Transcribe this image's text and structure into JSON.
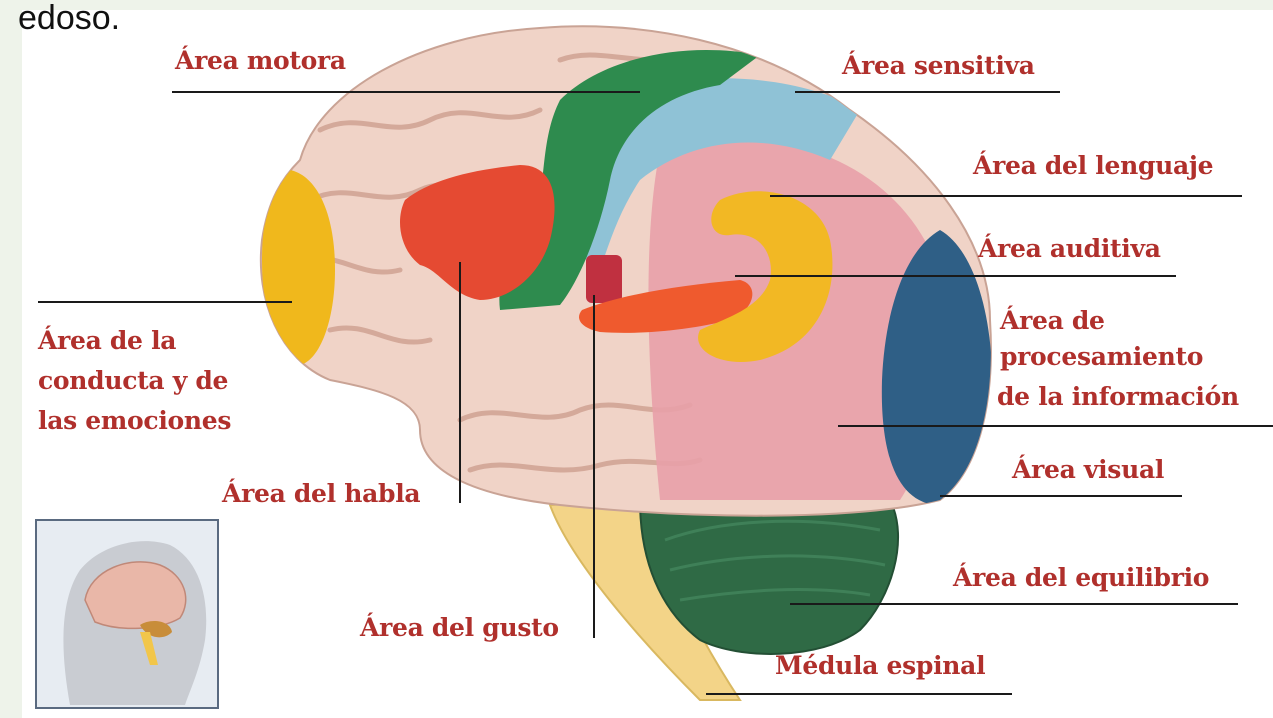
{
  "slide": {
    "top_text": "edoso."
  },
  "labels": {
    "motor": "Área motora",
    "sensory": "Área sensitiva",
    "language": "Área del lenguaje",
    "auditory": "Área auditiva",
    "processing_1": "Área de",
    "processing_2": "procesamiento",
    "processing_3": "de la información",
    "visual": "Área visual",
    "balance": "Área del equilibrio",
    "spinal": "Médula espinal",
    "taste": "Área del gusto",
    "speech": "Área del habla",
    "behavior_1": "Área de la",
    "behavior_2": "conducta y de",
    "behavior_3": "las emociones"
  },
  "colors": {
    "label_text": "#b0302c",
    "brain_base": "#f0d3c7",
    "motor_area": "#2e8b4e",
    "sensory_area": "#8fc2d6",
    "language_area": "#e8a0a8",
    "auditory_area": "#f2b824",
    "visual_area": "#2f5f86",
    "balance_area": "#2f6a45",
    "speech_area": "#e54a32",
    "taste_area": "#c03040",
    "behavior_area": "#f0b81c",
    "spinal_cord": "#f3d488"
  }
}
